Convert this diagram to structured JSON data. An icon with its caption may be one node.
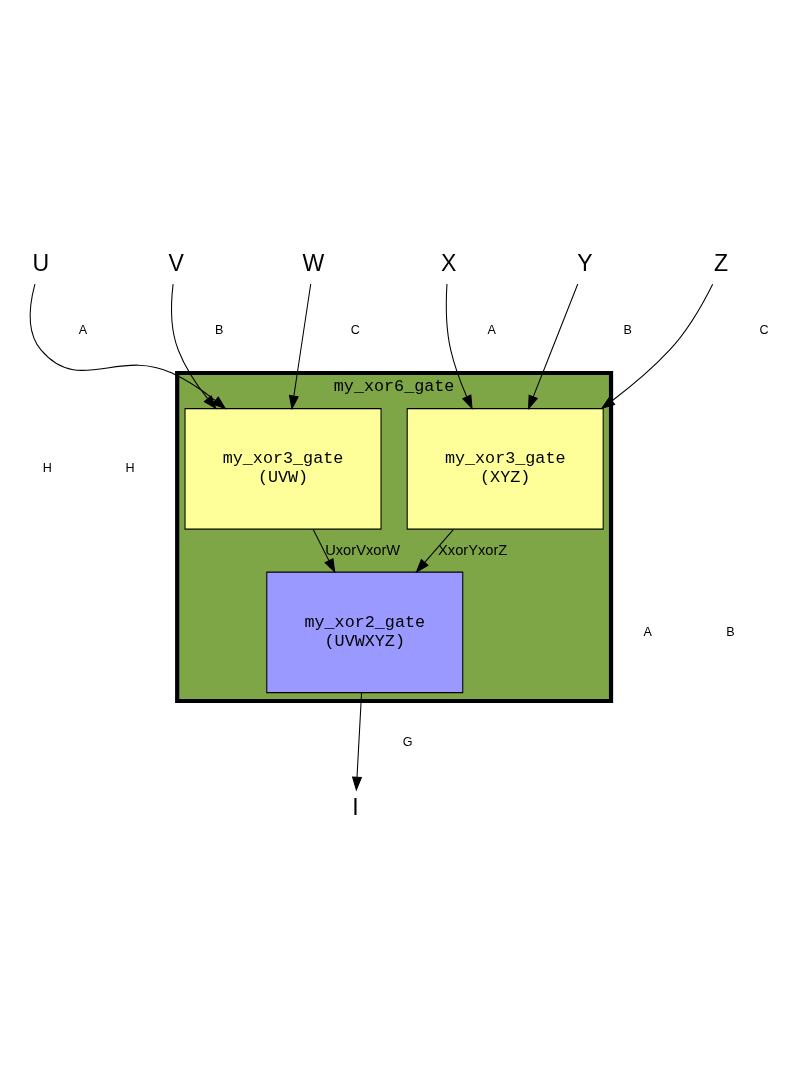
{
  "diagram": {
    "nodes": [
      {
        "text": [
          "my_xor6_gate"
        ]
      },
      {
        "text": [
          "U"
        ]
      },
      {
        "text": [
          "V"
        ]
      },
      {
        "text": [
          "W"
        ]
      },
      {
        "text": [
          "X"
        ]
      },
      {
        "text": [
          "Y"
        ]
      },
      {
        "text": [
          "Z"
        ]
      },
      {
        "text": [
          "my_xor3_gate",
          "(UVW)"
        ],
        "in": 0
      },
      {
        "text": [
          "my_xor3_gate",
          "(XYZ)"
        ],
        "in": 0
      },
      {
        "text": [
          "my_xor2_gate",
          "(UVWXYZ)"
        ],
        "in": 0
      },
      {
        "text": [
          "I"
        ]
      }
    ],
    "edges": [
      {
        "from": 1,
        "to": 7,
        "arrow": "to"
      },
      {
        "from": 2,
        "to": 7,
        "arrow": "to"
      },
      {
        "from": 3,
        "to": 7,
        "arrow": "to"
      },
      {
        "from": 4,
        "to": 8,
        "arrow": "to"
      },
      {
        "from": 5,
        "to": 8,
        "arrow": "to"
      },
      {
        "from": 6,
        "to": 8,
        "arrow": "to"
      },
      {
        "from": 7,
        "to": 9,
        "arrow": "to",
        "label": "UxorVxorW"
      },
      {
        "from": 8,
        "to": 9,
        "arrow": "to",
        "label": "XxorYxorZ"
      },
      {
        "from": 9,
        "to": 10,
        "arrow": "to"
      }
    ],
    "labels": [
      "A",
      "B",
      "C",
      "A",
      "B",
      "C",
      "H",
      "H",
      "A",
      "B",
      "G"
    ]
  }
}
